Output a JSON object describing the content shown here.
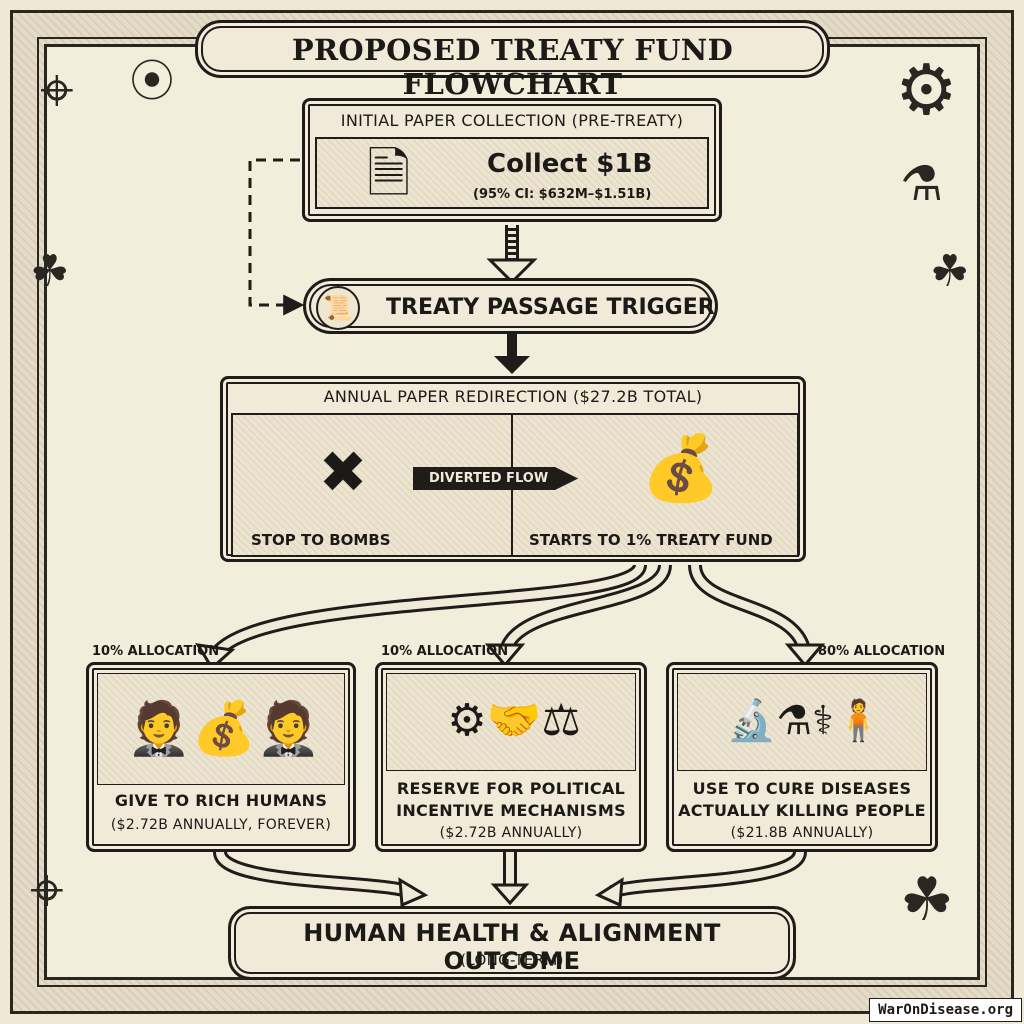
{
  "title": "PROPOSED TREATY FUND FLOWCHART",
  "initial": {
    "label": "INITIAL PAPER COLLECTION (PRE-TREATY)",
    "amount": "Collect $1B",
    "ci": "(95% CI: $632M–$1.51B)"
  },
  "trigger": {
    "label": "TREATY PASSAGE TRIGGER"
  },
  "redirection": {
    "label": "ANNUAL PAPER REDIRECTION ($27.2B TOTAL)",
    "left_caption": "STOP TO BOMBS",
    "right_caption": "STARTS TO 1% TREATY FUND",
    "arrow_label": "DIVERTED FLOW"
  },
  "allocations": [
    {
      "pct": "10% ALLOCATION",
      "line1": "GIVE TO RICH HUMANS",
      "line2": "",
      "amount": "($2.72B ANNUALLY, FOREVER)"
    },
    {
      "pct": "10% ALLOCATION",
      "line1": "RESERVE FOR POLITICAL",
      "line2": "INCENTIVE MECHANISMS",
      "amount": "($2.72B ANNUALLY)"
    },
    {
      "pct": "80% ALLOCATION",
      "line1": "USE TO CURE DISEASES",
      "line2": "ACTUALLY KILLING PEOPLE",
      "amount": "($21.8B ANNUALLY)"
    }
  ],
  "outcome": {
    "label": "HUMAN HEALTH & ALIGNMENT OUTCOME",
    "sub": "(LONG-TERM)"
  },
  "watermark": "WarOnDisease.org",
  "icons": [
    "paper-stack-icon",
    "scroll-icon",
    "bombs-crossed-icon",
    "treasure-chest-icon",
    "rich-men-icon",
    "gears-handshake-scales-icon",
    "science-medicine-icon",
    "compass-icon",
    "telescope-icon",
    "flask-icon",
    "leaf-icon"
  ],
  "colors": {
    "ink": "#1f1c19",
    "paper": "#f1ead8",
    "frame": "#e4dcc6"
  }
}
